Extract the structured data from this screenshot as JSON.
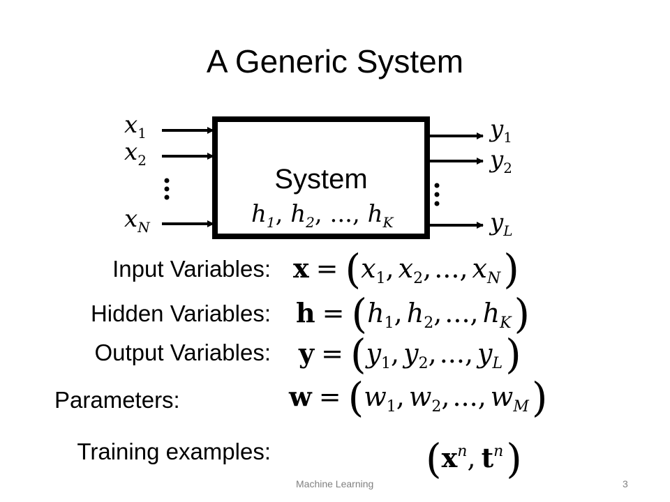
{
  "slide": {
    "title": "A Generic System",
    "footer": "Machine Learning",
    "page_number": "3"
  },
  "diagram": {
    "box_label": "System",
    "hidden_seq": "h1, h2, ..., hK",
    "inputs": [
      "x1",
      "x2",
      "xN"
    ],
    "outputs": [
      "y1",
      "y2",
      "yL"
    ]
  },
  "definitions": {
    "input_label": "Input Variables:",
    "hidden_label": "Hidden Variables:",
    "output_label": "Output Variables:",
    "params_label": "Parameters:",
    "training_label": "Training examples:",
    "input_formula": "x = (x1, x2, ..., xN)",
    "hidden_formula": "h = (h1, h2, ..., hK)",
    "output_formula": "y = (y1, y2, ..., yL)",
    "params_formula": "w = (w1, w2, ..., wM)",
    "training_formula": "(x^n, t^n)"
  },
  "symbols": {
    "x": "x",
    "h": "h",
    "y": "y",
    "w": "w",
    "t": "t",
    "eq": "=",
    "lparen": "(",
    "rparen": ")",
    "comma": ",",
    "dots": "...",
    "sub1": "1",
    "sub2": "2",
    "subN": "N",
    "subK": "K",
    "subL": "L",
    "subM": "M",
    "supn": "n"
  }
}
